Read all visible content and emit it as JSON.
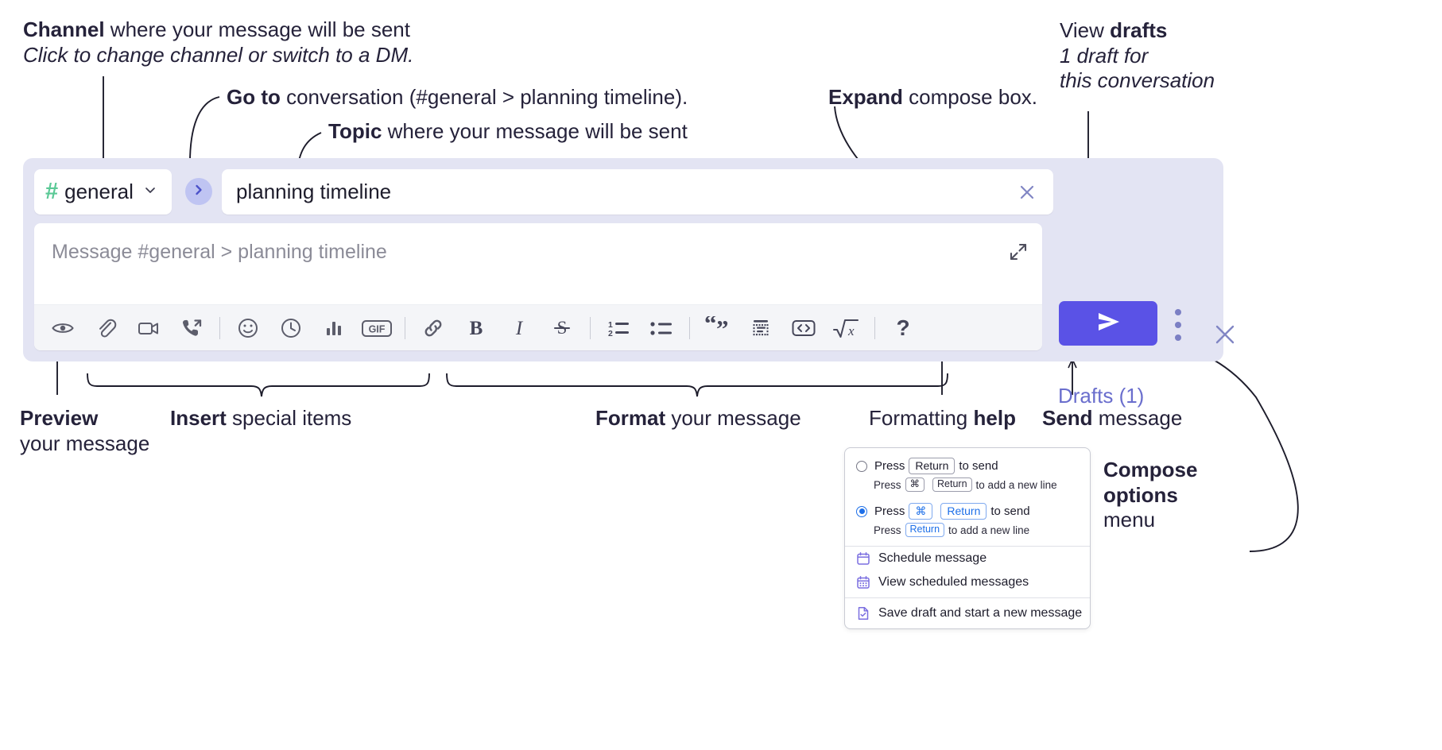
{
  "annotations": {
    "channel": {
      "bold": "Channel",
      "rest": " where your message will be sent",
      "italic": "Click to change channel or switch to a DM."
    },
    "goto": {
      "bold": "Go to",
      "rest": " conversation (#general > planning timeline)."
    },
    "topic": {
      "bold": "Topic",
      "rest": " where your message will be sent"
    },
    "expand": {
      "bold": "Expand",
      "rest": " compose box."
    },
    "drafts": {
      "bold_lead": "View ",
      "bold": "drafts",
      "italic1": "1 draft for",
      "italic2": "this conversation"
    },
    "preview": {
      "bold": "Preview",
      "rest": "your message"
    },
    "insert": {
      "bold": "Insert",
      "rest": " special items"
    },
    "format": {
      "bold": "Format",
      "rest": " your message"
    },
    "formatting_help": {
      "lead": "Formatting ",
      "bold": "help"
    },
    "send": {
      "bold": "Send",
      "rest": " message"
    },
    "compose_options": {
      "bold1": "Compose",
      "bold2": "options",
      "rest": "menu"
    }
  },
  "compose": {
    "channel_chip": {
      "hash": "#",
      "name": "general",
      "chevron": "chevron-down"
    },
    "goto_button_icon": "chevron-right",
    "topic": {
      "value": "planning timeline",
      "clear_icon": "close-icon"
    },
    "message_input": {
      "placeholder": "Message #general > planning timeline",
      "value": ""
    },
    "expand_icon": "expand-arrows",
    "close_icon": "close-icon",
    "drafts_label": "Drafts (1)",
    "send_icon": "paper-plane",
    "overflow_icon": "kebab-vertical",
    "toolbar": [
      {
        "name": "preview-message",
        "icon": "eye"
      },
      {
        "name": "attach-file",
        "icon": "paperclip"
      },
      {
        "name": "record-video-clip",
        "icon": "video-camera"
      },
      {
        "name": "record-audio-clip",
        "icon": "phone-forward"
      },
      {
        "name": "separator-1",
        "icon": "separator"
      },
      {
        "name": "emoji",
        "icon": "smiley"
      },
      {
        "name": "schedule",
        "icon": "clock"
      },
      {
        "name": "poll",
        "icon": "bar-chart"
      },
      {
        "name": "gif",
        "icon": "gif",
        "label": "GIF"
      },
      {
        "name": "separator-2",
        "icon": "separator"
      },
      {
        "name": "link",
        "icon": "link"
      },
      {
        "name": "bold",
        "icon": "bold",
        "label": "B"
      },
      {
        "name": "italic",
        "icon": "italic",
        "label": "I"
      },
      {
        "name": "strikethrough",
        "icon": "strikethrough",
        "label": "S"
      },
      {
        "name": "separator-3",
        "icon": "separator"
      },
      {
        "name": "ordered-list",
        "icon": "ordered-list"
      },
      {
        "name": "bulleted-list",
        "icon": "bulleted-list"
      },
      {
        "name": "separator-4",
        "icon": "separator"
      },
      {
        "name": "blockquote",
        "icon": "quote"
      },
      {
        "name": "code-block",
        "icon": "code-block"
      },
      {
        "name": "code",
        "icon": "code-brackets"
      },
      {
        "name": "math",
        "icon": "square-root-x"
      },
      {
        "name": "separator-5",
        "icon": "separator"
      },
      {
        "name": "formatting-help",
        "icon": "question-mark",
        "label": "?"
      }
    ]
  },
  "popup": {
    "option1": {
      "selected": false,
      "pre": "Press",
      "key": "Return",
      "post": "to send",
      "sub_pre": "Press",
      "sub_key1": "⌘",
      "sub_key2": "Return",
      "sub_post": "to add a new line"
    },
    "option2": {
      "selected": true,
      "pre": "Press",
      "key1": "⌘",
      "key2": "Return",
      "post": "to send",
      "sub_pre": "Press",
      "sub_key": "Return",
      "sub_post": "to add a new line"
    },
    "items": [
      {
        "label": "Schedule message",
        "icon": "calendar-icon"
      },
      {
        "label": "View scheduled messages",
        "icon": "calendar-grid-icon"
      },
      {
        "label": "Save draft and start a new message",
        "icon": "file-check-icon"
      }
    ]
  },
  "colors": {
    "accent": "#5a52e6",
    "compose_bg": "#e3e4f3",
    "hash_green": "#5bc996",
    "drafts_text": "#6a6ecd",
    "blue_key": "#1d6fe8"
  }
}
